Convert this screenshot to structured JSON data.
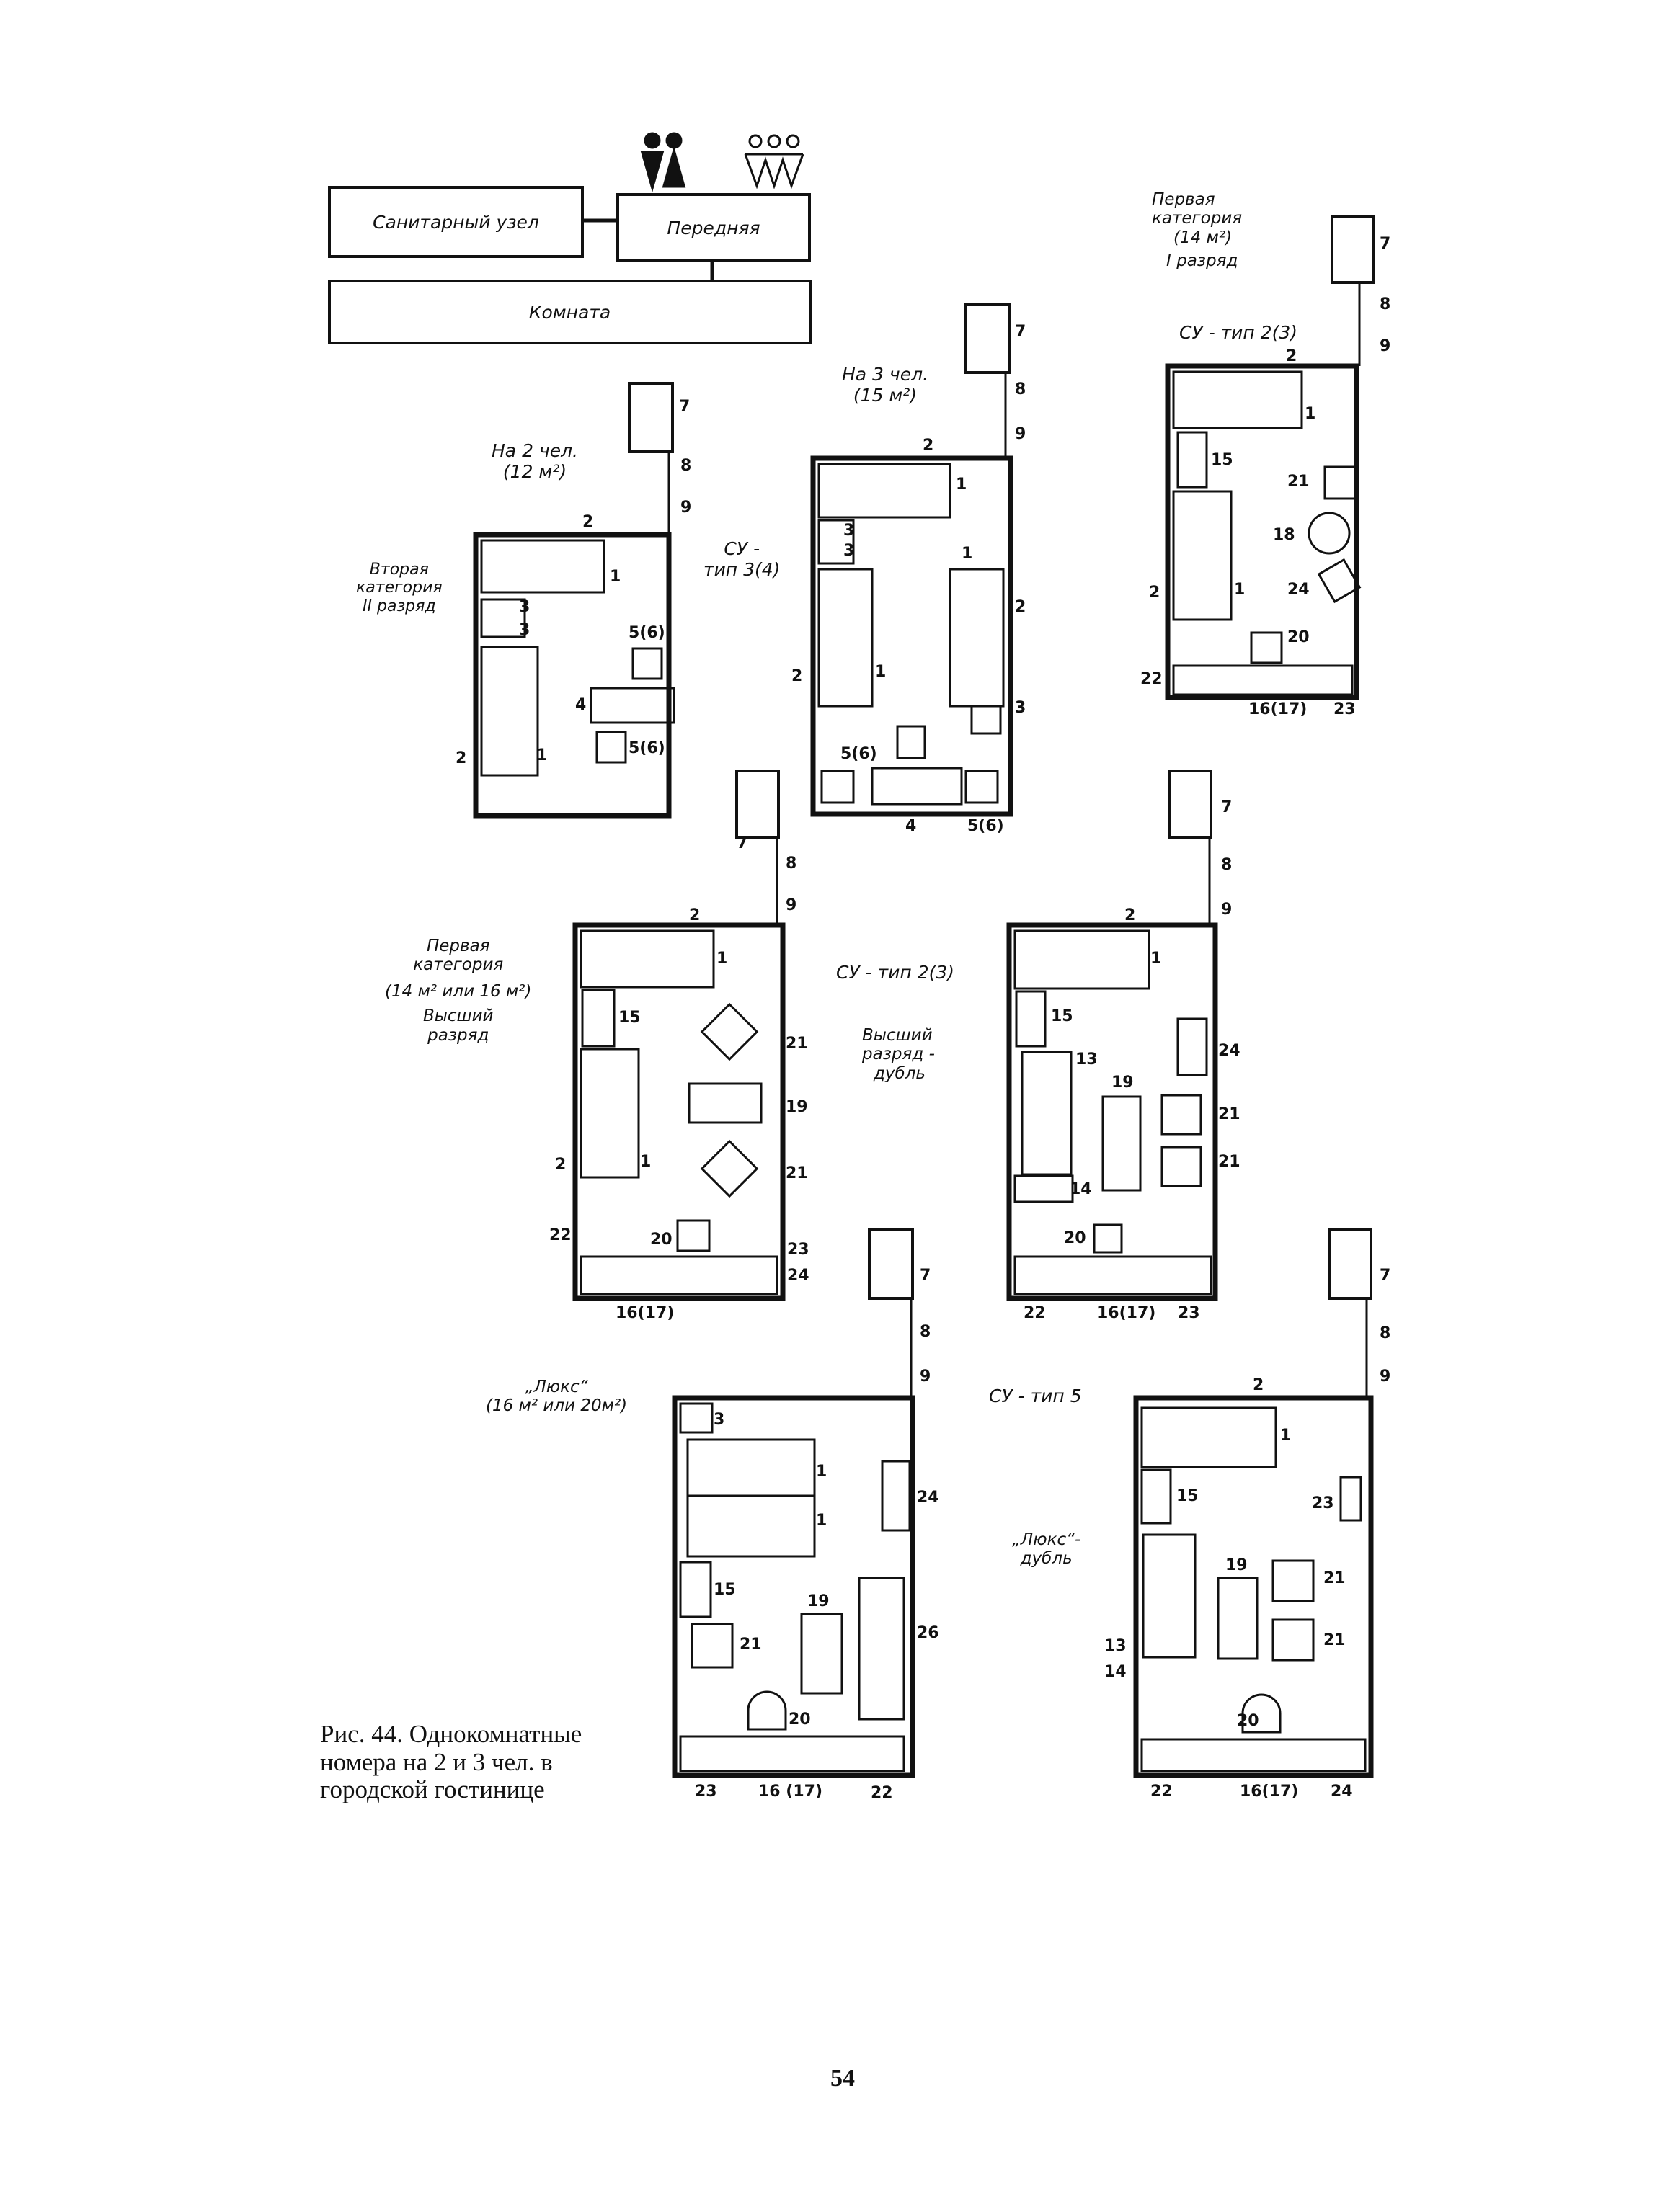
{
  "diagram": {
    "sanitary_unit": "Санитарный узел",
    "hall": "Передняя",
    "room": "Комната"
  },
  "plans": [
    {
      "id": "p1",
      "title": [
        "На 2 чел.",
        "(12 м²)"
      ],
      "category": [
        "Вторая",
        "категория",
        "II разряд"
      ],
      "su": [
        "СУ -",
        "тип 3(4)"
      ],
      "numbers": [
        "7",
        "8",
        "9",
        "2",
        "1",
        "3",
        "3",
        "5(6)",
        "4",
        "1",
        "5(6)",
        "2"
      ]
    },
    {
      "id": "p2",
      "title": [
        "На 3 чел.",
        "(15 м²)"
      ],
      "numbers": [
        "7",
        "8",
        "9",
        "2",
        "1",
        "3",
        "3",
        "1",
        "2",
        "1",
        "2",
        "3",
        "5(6)",
        "4",
        "5(6)"
      ]
    },
    {
      "id": "p3",
      "title": [
        "Первая",
        "категория",
        "(14 м²)",
        "I разряд"
      ],
      "su": [
        "СУ - тип 2(3)"
      ],
      "numbers": [
        "7",
        "8",
        "9",
        "2",
        "1",
        "15",
        "21",
        "18",
        "2",
        "1",
        "24",
        "20",
        "22",
        "16(17)",
        "23"
      ]
    },
    {
      "id": "p4",
      "title": [
        "Первая",
        "категория",
        "(14 м² или 16 м²)",
        "Высший",
        "разряд"
      ],
      "numbers": [
        "7",
        "8",
        "9",
        "2",
        "1",
        "15",
        "21",
        "19",
        "2",
        "1",
        "21",
        "22",
        "20",
        "23",
        "24",
        "16(17)"
      ]
    },
    {
      "id": "p5",
      "title": [
        "Высший",
        "разряд -",
        "дубль"
      ],
      "su": [
        "СУ - тип 2(3)"
      ],
      "numbers": [
        "7",
        "8",
        "9",
        "2",
        "1",
        "15",
        "13",
        "19",
        "24",
        "21",
        "14",
        "21",
        "20",
        "22",
        "16(17)",
        "23"
      ]
    },
    {
      "id": "p6",
      "title": [
        "„Люкс“",
        "(16 м² или 20м²)"
      ],
      "numbers": [
        "7",
        "8",
        "9",
        "3",
        "1",
        "1",
        "24",
        "15",
        "19",
        "21",
        "26",
        "20",
        "23",
        "16 (17)",
        "22"
      ]
    },
    {
      "id": "p7",
      "title": [
        "„Люкс“-",
        "дубль"
      ],
      "su": [
        "СУ - тип 5"
      ],
      "numbers": [
        "7",
        "8",
        "9",
        "2",
        "1",
        "15",
        "23",
        "19",
        "21",
        "13",
        "14",
        "21",
        "20",
        "22",
        "16(17)",
        "24"
      ]
    }
  ],
  "caption": [
    "Рис. 44. Однокомнатные",
    "номера на 2 и 3 чел. в",
    "городской гостинице"
  ],
  "page_number": "54"
}
